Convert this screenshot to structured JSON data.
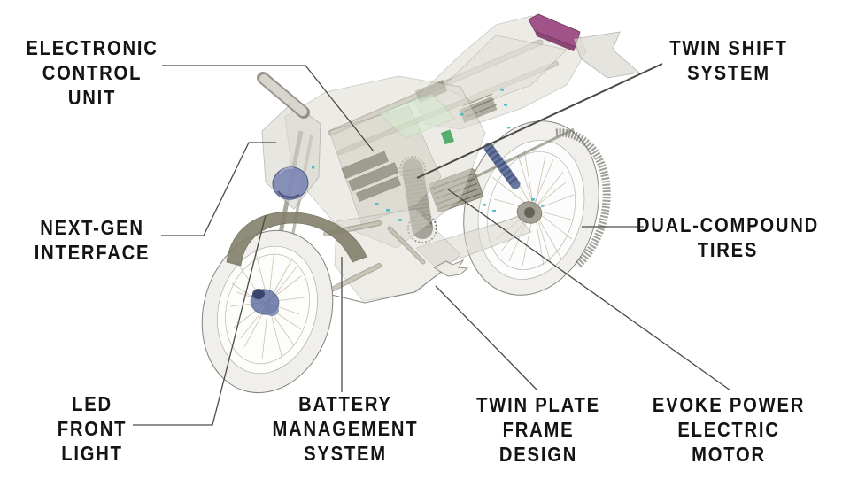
{
  "diagram": {
    "subject": "Evoke electric motorcycle x-ray feature diagram",
    "labels": {
      "ecu": {
        "text": "ELECTRONIC\nCONTROL\nUNIT"
      },
      "twin_shift": {
        "text": "TWIN SHIFT\nSYSTEM"
      },
      "next_gen": {
        "text": "NEXT-GEN\nINTERFACE"
      },
      "dual_compound": {
        "text": "DUAL-COMPOUND\nTIRES"
      },
      "led": {
        "text": "LED\nFRONT\nLIGHT"
      },
      "battery": {
        "text": "BATTERY\nMANAGEMENT\nSYSTEM"
      },
      "twin_plate": {
        "text": "TWIN PLATE\nFRAME\nDESIGN"
      },
      "evoke_motor": {
        "text": "EVOKE POWER\nELECTRIC\nMOTOR"
      }
    },
    "colors": {
      "background": "#ffffff",
      "label_text": "#141414",
      "leader_line": "#4b4a45",
      "seat_pad": "#9c4a85",
      "seat_pad_dark": "#7e3567",
      "headlight": "#7b86b4",
      "shock_spring": "#5c6c9a",
      "body_translucent": "#dbd9cf",
      "fender": "#83816c",
      "accent_cyan": "#3ab5c4",
      "accent_green": "#2f9e50",
      "spoke_tan": "#ac9f7e"
    }
  }
}
